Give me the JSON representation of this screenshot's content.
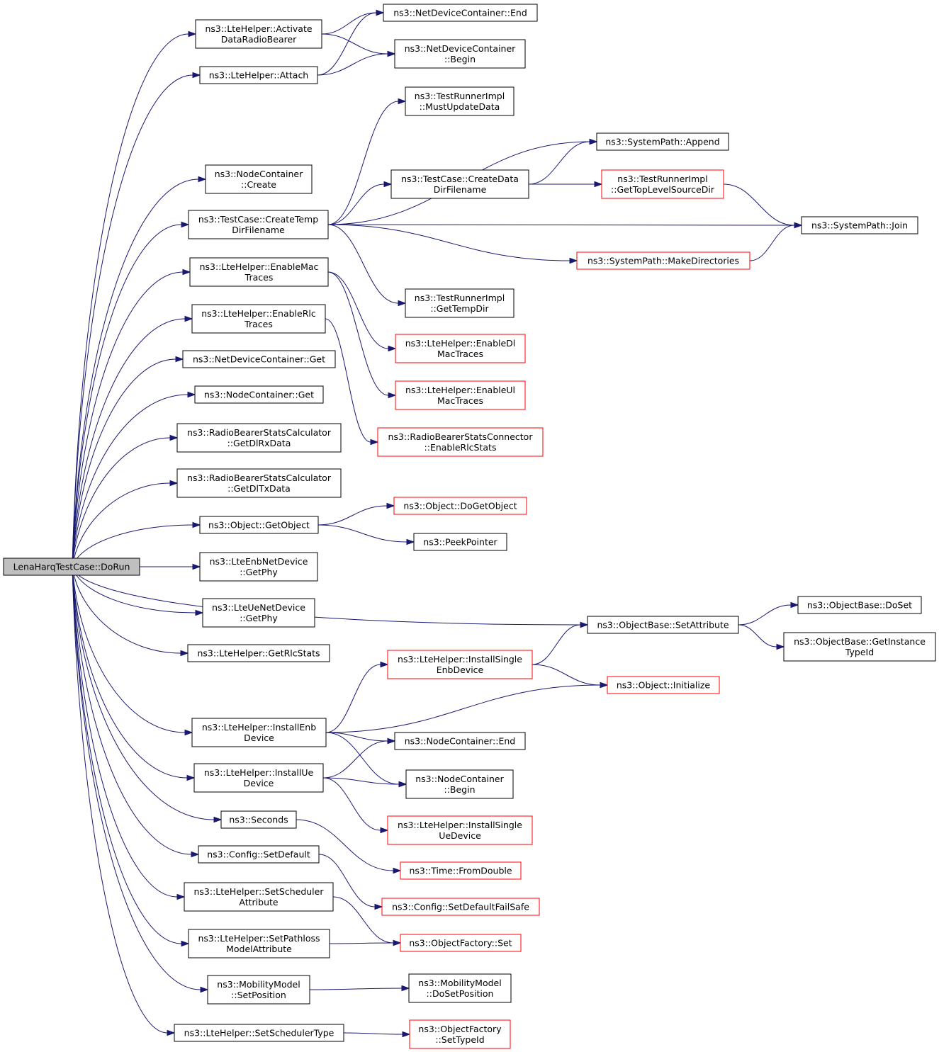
{
  "graph": {
    "root": "LenaHarqTestCase::DoRun",
    "colors": {
      "edge": "#191970",
      "node_border": "#000000",
      "truncated_node_border": "#ff0000",
      "root_fill": "#bfbfbf"
    },
    "nodes": [
      {
        "id": "n0",
        "lines": [
          "LenaHarqTestCase::DoRun"
        ],
        "kind": "root"
      },
      {
        "id": "n1",
        "lines": [
          "ns3::LteHelper::Activate",
          "DataRadioBearer"
        ]
      },
      {
        "id": "n2",
        "lines": [
          "ns3::NetDeviceContainer::End"
        ]
      },
      {
        "id": "n3",
        "lines": [
          "ns3::NetDeviceContainer",
          "::Begin"
        ]
      },
      {
        "id": "n4",
        "lines": [
          "ns3::LteHelper::Attach"
        ]
      },
      {
        "id": "n5",
        "lines": [
          "ns3::TestRunnerImpl",
          "::MustUpdateData"
        ]
      },
      {
        "id": "n6",
        "lines": [
          "ns3::SystemPath::Append"
        ]
      },
      {
        "id": "n7",
        "lines": [
          "ns3::NodeContainer",
          "::Create"
        ]
      },
      {
        "id": "n8",
        "lines": [
          "ns3::TestCase::CreateData",
          "DirFilename"
        ]
      },
      {
        "id": "n9",
        "lines": [
          "ns3::TestRunnerImpl",
          "::GetTopLevelSourceDir"
        ],
        "kind": "red"
      },
      {
        "id": "n10",
        "lines": [
          "ns3::TestCase::CreateTemp",
          "DirFilename"
        ]
      },
      {
        "id": "n11",
        "lines": [
          "ns3::SystemPath::Join"
        ]
      },
      {
        "id": "n12",
        "lines": [
          "ns3::SystemPath::MakeDirectories"
        ],
        "kind": "red"
      },
      {
        "id": "n13",
        "lines": [
          "ns3::LteHelper::EnableMac",
          "Traces"
        ]
      },
      {
        "id": "n14",
        "lines": [
          "ns3::TestRunnerImpl",
          "::GetTempDir"
        ]
      },
      {
        "id": "n15",
        "lines": [
          "ns3::LteHelper::EnableRlc",
          "Traces"
        ]
      },
      {
        "id": "n16",
        "lines": [
          "ns3::LteHelper::EnableDl",
          "MacTraces"
        ],
        "kind": "red"
      },
      {
        "id": "n17",
        "lines": [
          "ns3::NetDeviceContainer::Get"
        ]
      },
      {
        "id": "n18",
        "lines": [
          "ns3::LteHelper::EnableUl",
          "MacTraces"
        ],
        "kind": "red"
      },
      {
        "id": "n19",
        "lines": [
          "ns3::NodeContainer::Get"
        ]
      },
      {
        "id": "n20",
        "lines": [
          "ns3::RadioBearerStatsCalculator",
          "::GetDlRxData"
        ]
      },
      {
        "id": "n21",
        "lines": [
          "ns3::RadioBearerStatsConnector",
          "::EnableRlcStats"
        ],
        "kind": "red"
      },
      {
        "id": "n22",
        "lines": [
          "ns3::RadioBearerStatsCalculator",
          "::GetDlTxData"
        ]
      },
      {
        "id": "n23",
        "lines": [
          "ns3::Object::DoGetObject"
        ],
        "kind": "red"
      },
      {
        "id": "n24",
        "lines": [
          "ns3::Object::GetObject"
        ]
      },
      {
        "id": "n25",
        "lines": [
          "ns3::PeekPointer"
        ]
      },
      {
        "id": "n26",
        "lines": [
          "ns3::LteEnbNetDevice",
          "::GetPhy"
        ]
      },
      {
        "id": "n27",
        "lines": [
          "ns3::LteUeNetDevice",
          "::GetPhy"
        ]
      },
      {
        "id": "n28",
        "lines": [
          "ns3::ObjectBase::DoSet"
        ]
      },
      {
        "id": "n29",
        "lines": [
          "ns3::ObjectBase::SetAttribute"
        ]
      },
      {
        "id": "n30",
        "lines": [
          "ns3::ObjectBase::GetInstance",
          "TypeId"
        ]
      },
      {
        "id": "n31",
        "lines": [
          "ns3::LteHelper::GetRlcStats"
        ]
      },
      {
        "id": "n32",
        "lines": [
          "ns3::LteHelper::InstallSingle",
          "EnbDevice"
        ],
        "kind": "red"
      },
      {
        "id": "n33",
        "lines": [
          "ns3::Object::Initialize"
        ],
        "kind": "red"
      },
      {
        "id": "n34",
        "lines": [
          "ns3::LteHelper::InstallEnb",
          "Device"
        ]
      },
      {
        "id": "n35",
        "lines": [
          "ns3::NodeContainer::End"
        ]
      },
      {
        "id": "n36",
        "lines": [
          "ns3::LteHelper::InstallUe",
          "Device"
        ]
      },
      {
        "id": "n37",
        "lines": [
          "ns3::NodeContainer",
          "::Begin"
        ]
      },
      {
        "id": "n38",
        "lines": [
          "ns3::LteHelper::InstallSingle",
          "UeDevice"
        ],
        "kind": "red"
      },
      {
        "id": "n39",
        "lines": [
          "ns3::Seconds"
        ]
      },
      {
        "id": "n40",
        "lines": [
          "ns3::Time::FromDouble"
        ],
        "kind": "red"
      },
      {
        "id": "n41",
        "lines": [
          "ns3::Config::SetDefault"
        ]
      },
      {
        "id": "n42",
        "lines": [
          "ns3::Config::SetDefaultFailSafe"
        ],
        "kind": "red"
      },
      {
        "id": "n43",
        "lines": [
          "ns3::LteHelper::SetScheduler",
          "Attribute"
        ]
      },
      {
        "id": "n44",
        "lines": [
          "ns3::ObjectFactory::Set"
        ],
        "kind": "red"
      },
      {
        "id": "n45",
        "lines": [
          "ns3::LteHelper::SetPathloss",
          "ModelAttribute"
        ]
      },
      {
        "id": "n46",
        "lines": [
          "ns3::MobilityModel",
          "::SetPosition"
        ]
      },
      {
        "id": "n47",
        "lines": [
          "ns3::MobilityModel",
          "::DoSetPosition"
        ]
      },
      {
        "id": "n48",
        "lines": [
          "ns3::LteHelper::SetSchedulerType"
        ]
      },
      {
        "id": "n49",
        "lines": [
          "ns3::ObjectFactory",
          "::SetTypeId"
        ],
        "kind": "red"
      }
    ],
    "edges": [
      [
        "n0",
        "n1"
      ],
      [
        "n0",
        "n4"
      ],
      [
        "n0",
        "n7"
      ],
      [
        "n0",
        "n10"
      ],
      [
        "n0",
        "n13"
      ],
      [
        "n0",
        "n15"
      ],
      [
        "n0",
        "n17"
      ],
      [
        "n0",
        "n19"
      ],
      [
        "n0",
        "n20"
      ],
      [
        "n0",
        "n22"
      ],
      [
        "n0",
        "n24"
      ],
      [
        "n0",
        "n26"
      ],
      [
        "n0",
        "n27"
      ],
      [
        "n0",
        "n31"
      ],
      [
        "n0",
        "n29"
      ],
      [
        "n0",
        "n34"
      ],
      [
        "n0",
        "n36"
      ],
      [
        "n0",
        "n39"
      ],
      [
        "n0",
        "n41"
      ],
      [
        "n0",
        "n43"
      ],
      [
        "n0",
        "n45"
      ],
      [
        "n0",
        "n46"
      ],
      [
        "n0",
        "n48"
      ],
      [
        "n1",
        "n2"
      ],
      [
        "n1",
        "n3"
      ],
      [
        "n4",
        "n2"
      ],
      [
        "n4",
        "n3"
      ],
      [
        "n10",
        "n5"
      ],
      [
        "n10",
        "n6"
      ],
      [
        "n10",
        "n8"
      ],
      [
        "n10",
        "n11"
      ],
      [
        "n10",
        "n12"
      ],
      [
        "n10",
        "n14"
      ],
      [
        "n8",
        "n6"
      ],
      [
        "n8",
        "n9"
      ],
      [
        "n9",
        "n11"
      ],
      [
        "n12",
        "n11"
      ],
      [
        "n13",
        "n16"
      ],
      [
        "n13",
        "n18"
      ],
      [
        "n15",
        "n21"
      ],
      [
        "n24",
        "n23"
      ],
      [
        "n24",
        "n25"
      ],
      [
        "n29",
        "n28"
      ],
      [
        "n29",
        "n30"
      ],
      [
        "n32",
        "n29"
      ],
      [
        "n32",
        "n33"
      ],
      [
        "n34",
        "n32"
      ],
      [
        "n34",
        "n33"
      ],
      [
        "n34",
        "n35"
      ],
      [
        "n34",
        "n37"
      ],
      [
        "n36",
        "n35"
      ],
      [
        "n36",
        "n37"
      ],
      [
        "n36",
        "n38"
      ],
      [
        "n39",
        "n40"
      ],
      [
        "n41",
        "n42"
      ],
      [
        "n43",
        "n44"
      ],
      [
        "n45",
        "n44"
      ],
      [
        "n46",
        "n47"
      ],
      [
        "n48",
        "n49"
      ]
    ]
  }
}
